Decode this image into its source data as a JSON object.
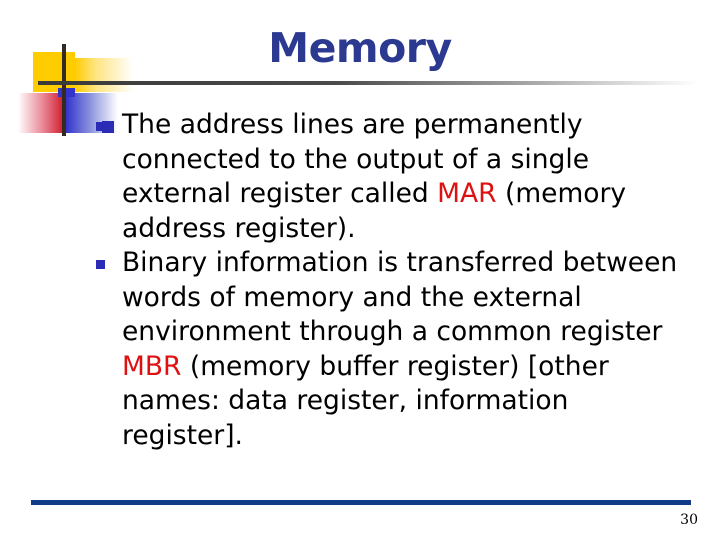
{
  "slide": {
    "title": "Memory",
    "page_number": "30",
    "colors": {
      "title": "#2B3990",
      "highlight": "#DD1111",
      "bullet": "#2B2BB5",
      "footer_rule": "#123B87",
      "deco_yellow": "#FFCC00",
      "deco_red": "#CC1122",
      "deco_blue": "#3333CC"
    },
    "bullets": [
      {
        "parts": [
          {
            "text": "The address lines are permanently connected to the output of a single external register called ",
            "highlight": false
          },
          {
            "text": "MAR",
            "highlight": true
          },
          {
            "text": " (memory address register).",
            "highlight": false
          }
        ]
      },
      {
        "parts": [
          {
            "text": "Binary information is transferred between words of memory and the external environment through a common register ",
            "highlight": false
          },
          {
            "text": "MBR",
            "highlight": true
          },
          {
            "text": " (memory buffer register) [other names: data register, information register].",
            "highlight": false
          }
        ]
      }
    ]
  }
}
